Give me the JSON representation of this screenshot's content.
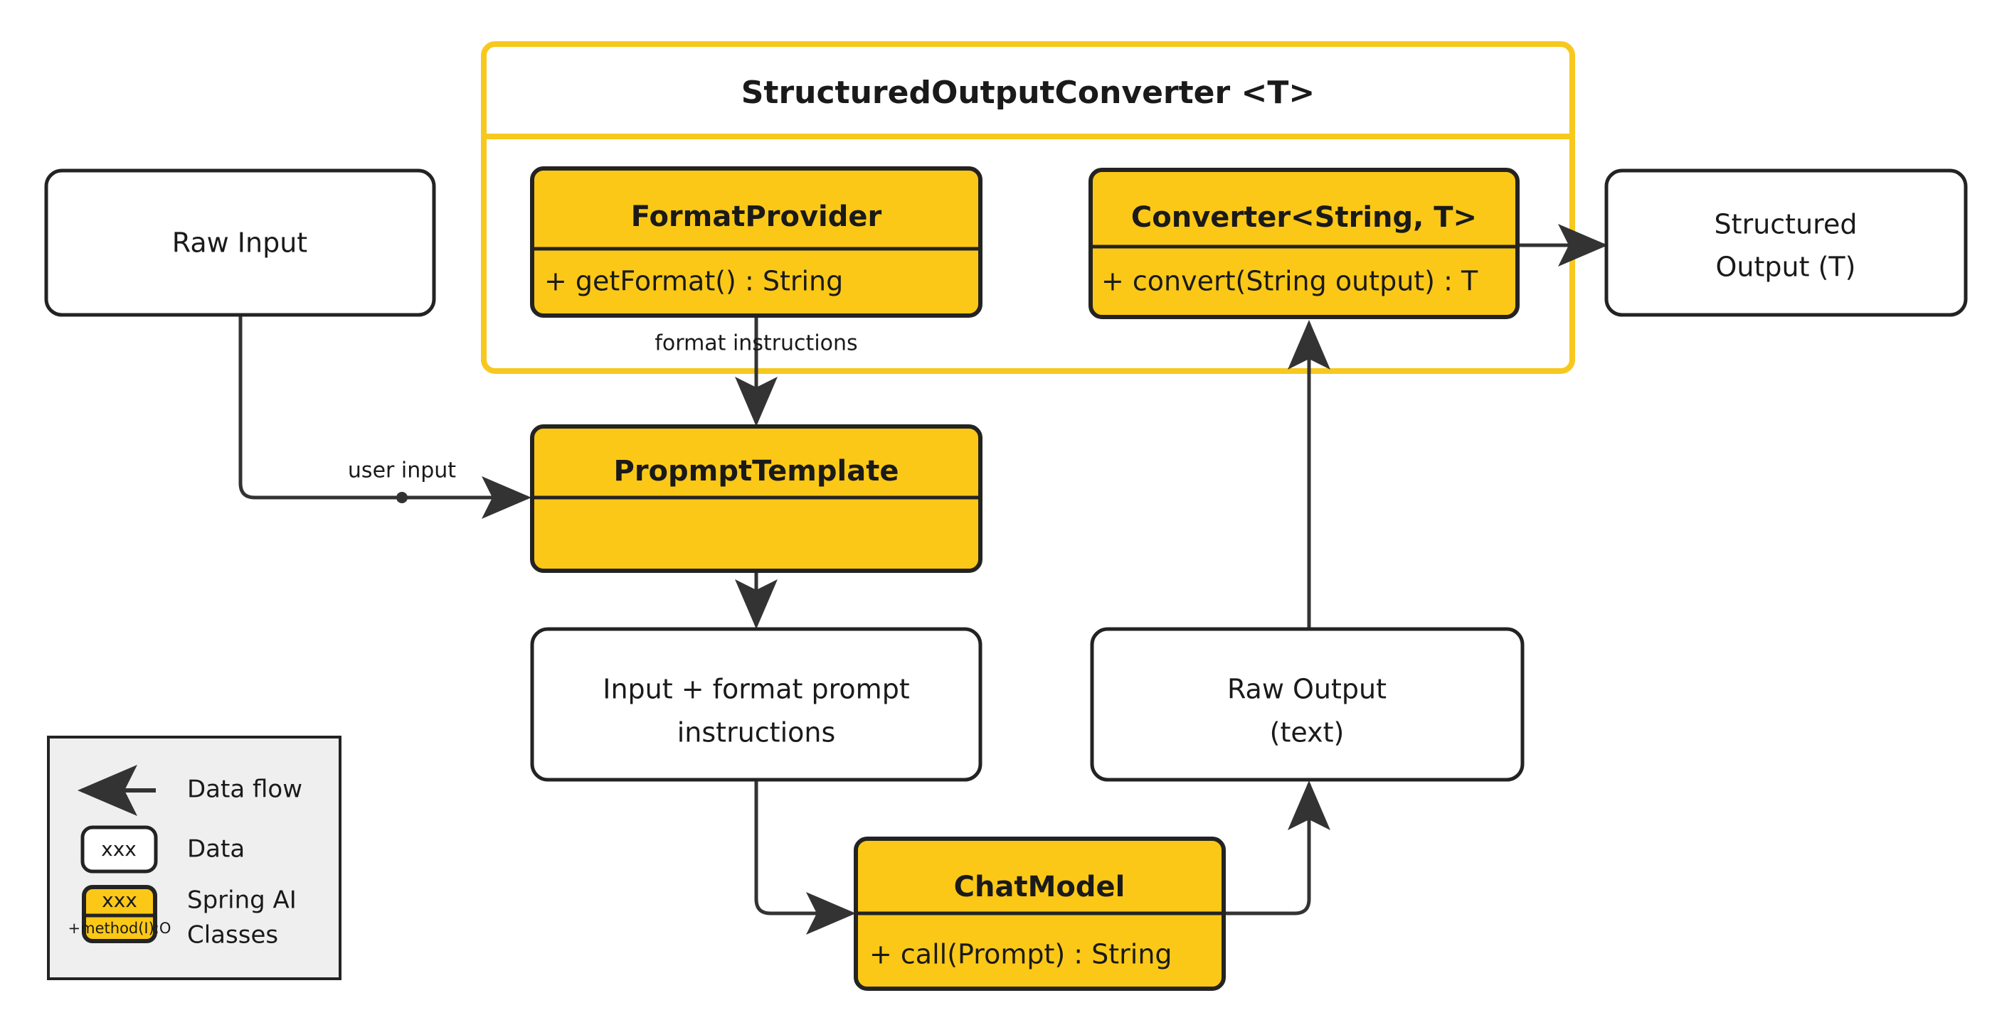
{
  "diagram": {
    "title": "StructuredOutputConverter <T>",
    "container": {
      "label": "StructuredOutputConverter <T>"
    },
    "colors": {
      "class_fill": "#FBC817",
      "container_border": "#F7C81E",
      "data_fill": "#FFFFFF",
      "stroke": "#232323",
      "edge": "#333333",
      "legend_bg": "#EFEFEF"
    },
    "nodes": {
      "raw_input": {
        "label": "Raw Input",
        "kind": "data"
      },
      "format_provider": {
        "title": "FormatProvider",
        "method": "+ getFormat() : String",
        "kind": "class"
      },
      "converter": {
        "title": "Converter<String, T>",
        "method": "+ convert(String output) : T",
        "kind": "class"
      },
      "structured_output": {
        "line1": "Structured",
        "line2": "Output (T)",
        "kind": "data"
      },
      "prompt_template": {
        "title": "PropmptTemplate",
        "method": "",
        "kind": "class"
      },
      "input_format_prompt": {
        "line1": "Input + format prompt",
        "line2": "instructions",
        "kind": "data"
      },
      "raw_output": {
        "line1": "Raw Output",
        "line2": "(text)",
        "kind": "data"
      },
      "chat_model": {
        "title": "ChatModel",
        "method": "+ call(Prompt) : String",
        "kind": "class"
      }
    },
    "edge_labels": {
      "format_instructions": "format instructions",
      "user_input": "user input"
    },
    "legend": {
      "items": [
        {
          "key": "data-flow",
          "label": "Data flow",
          "glyph": "arrow-left-icon"
        },
        {
          "key": "data",
          "label": "Data",
          "sample": "xxx"
        },
        {
          "key": "spring-ai-classes",
          "label_line1": "Spring AI",
          "label_line2": "Classes",
          "sample_title": "xxx",
          "sample_method": "+method(I):O"
        }
      ]
    }
  }
}
